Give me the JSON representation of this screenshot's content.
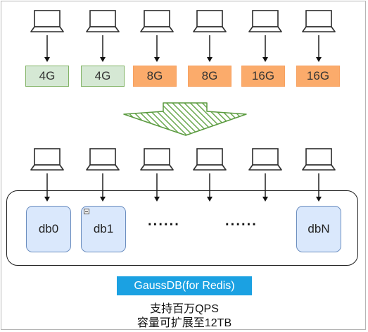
{
  "clients_top": [
    {
      "icon": "laptop-icon"
    },
    {
      "icon": "laptop-icon"
    },
    {
      "icon": "laptop-icon"
    },
    {
      "icon": "laptop-icon"
    },
    {
      "icon": "laptop-icon"
    },
    {
      "icon": "laptop-icon"
    }
  ],
  "memory_blocks": [
    {
      "label": "4G",
      "color": "#d5e8d4"
    },
    {
      "label": "4G",
      "color": "#d5e8d4"
    },
    {
      "label": "8G",
      "color": "#fbab6b"
    },
    {
      "label": "8G",
      "color": "#fbab6b"
    },
    {
      "label": "16G",
      "color": "#fbab6b"
    },
    {
      "label": "16G",
      "color": "#fbab6b"
    }
  ],
  "transition_arrow": {
    "icon": "hatched-down-arrow-icon",
    "color": "#6aa84f"
  },
  "databases": [
    {
      "label": "db0"
    },
    {
      "label": "db1"
    },
    {
      "label": "dbN"
    }
  ],
  "ellipsis": [
    "······",
    "······"
  ],
  "product": {
    "name": "GaussDB(for Redis)",
    "color": "#1ba1e2",
    "caption_line1": "支持百万QPS",
    "caption_line2": "容量可扩展至12TB"
  }
}
